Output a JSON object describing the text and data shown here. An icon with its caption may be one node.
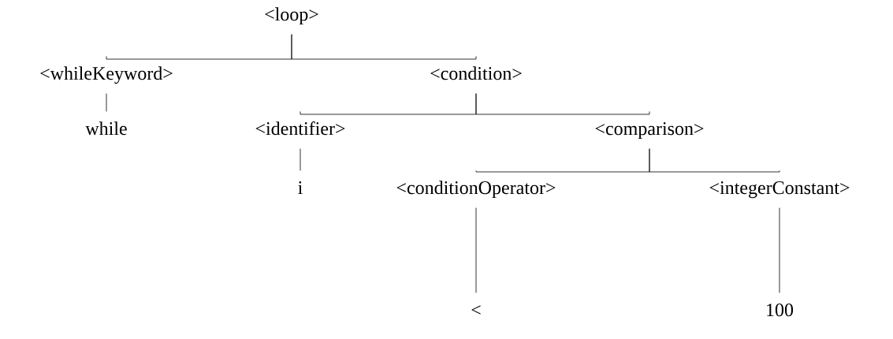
{
  "diagram": {
    "nodes": [
      {
        "text": [
          "<loop>"
        ]
      },
      {
        "text": [
          "<whileKeyword>"
        ]
      },
      {
        "text": [
          "<condition>"
        ]
      },
      {
        "text": [
          "while"
        ]
      },
      {
        "text": [
          "<identifier>"
        ]
      },
      {
        "text": [
          "<comparison>"
        ]
      },
      {
        "text": [
          "i"
        ]
      },
      {
        "text": [
          "<conditionOperator>"
        ]
      },
      {
        "text": [
          "<integerConstant>"
        ]
      },
      {
        "text": [
          "<"
        ]
      },
      {
        "text": [
          "100"
        ]
      }
    ],
    "edges": [
      {
        "from": 0,
        "to": 1,
        "arrow": "none"
      },
      {
        "from": 0,
        "to": 2,
        "arrow": "none"
      },
      {
        "from": 1,
        "to": 3,
        "arrow": "none"
      },
      {
        "from": 2,
        "to": 4,
        "arrow": "none"
      },
      {
        "from": 2,
        "to": 5,
        "arrow": "none"
      },
      {
        "from": 4,
        "to": 6,
        "arrow": "none"
      },
      {
        "from": 5,
        "to": 7,
        "arrow": "none"
      },
      {
        "from": 5,
        "to": 8,
        "arrow": "none"
      },
      {
        "from": 7,
        "to": 9,
        "arrow": "none"
      },
      {
        "from": 8,
        "to": 10,
        "arrow": "none"
      }
    ]
  }
}
